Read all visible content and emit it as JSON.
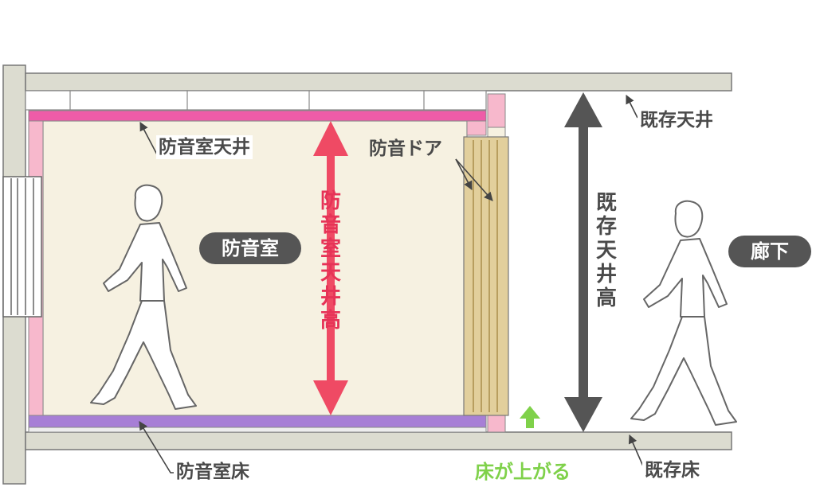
{
  "labels": {
    "soundproof_ceiling": "防音室天井",
    "soundproof_door": "防音ドア",
    "soundproof_room": "防音室",
    "soundproof_ceiling_height": "防音室天井高",
    "existing_ceiling": "既存天井",
    "existing_ceiling_height": "既存天井高",
    "corridor": "廊下",
    "soundproof_floor": "防音室床",
    "floor_rises": "床が上がる",
    "existing_floor": "既存床"
  },
  "colors": {
    "structure": "#dcdcd0",
    "outline": "#777777",
    "room_fill": "#f6f1e1",
    "pink_panel": "#f7b8cc",
    "magenta_panel": "#ee5ca8",
    "purple_panel": "#a77fd6",
    "door_wood": "#e2cf9c",
    "red_arrow": "#ef4a64",
    "dark_arrow": "#555555",
    "green_arrow": "#7fd14a"
  }
}
